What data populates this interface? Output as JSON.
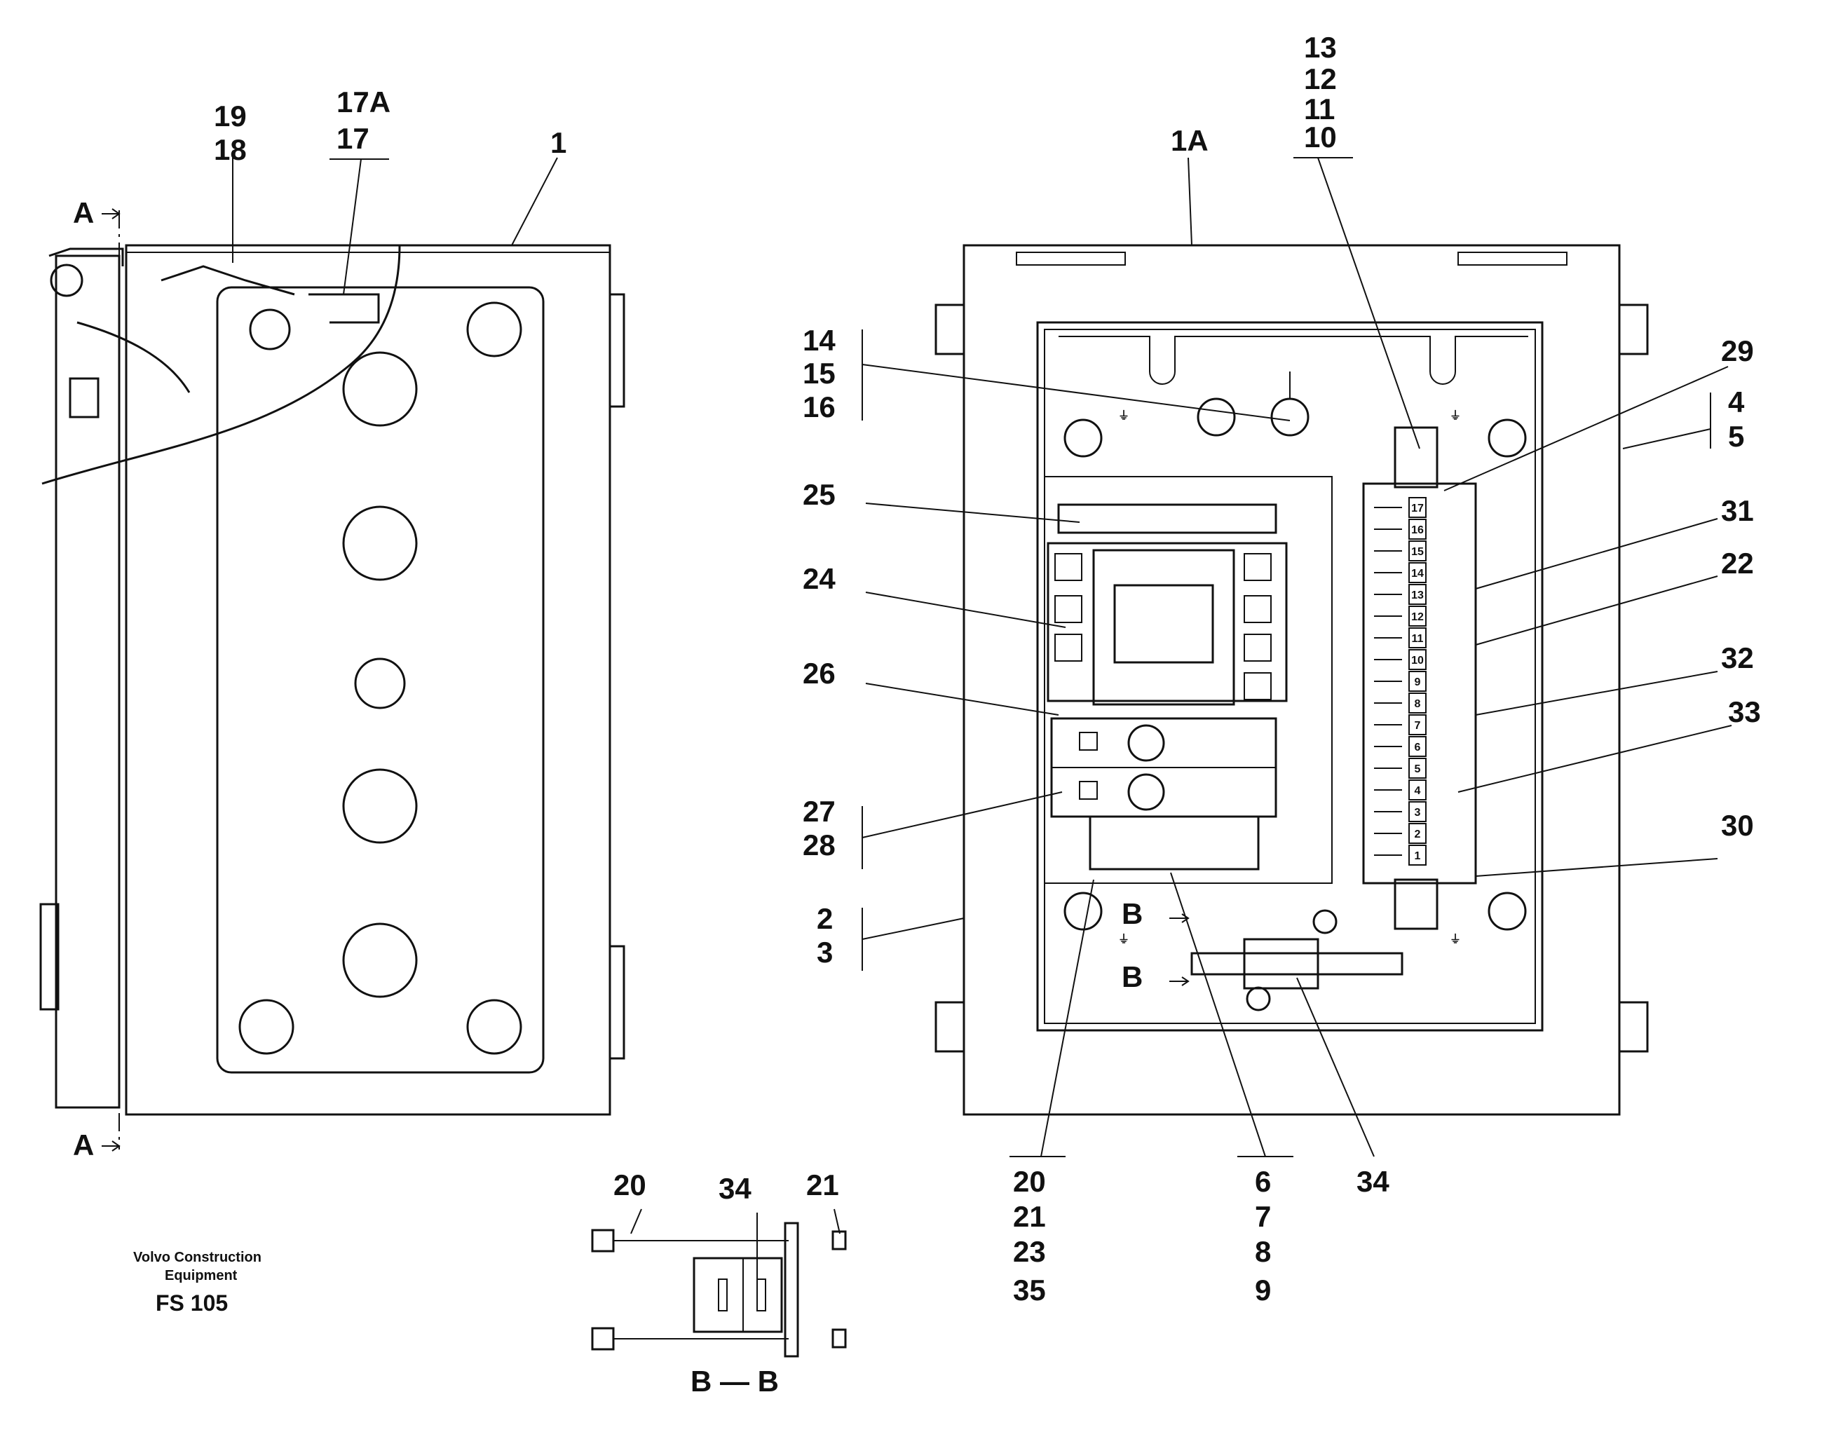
{
  "caption": {
    "line1": "Volvo Construction",
    "line2": "Equipment",
    "code": "FS 105"
  },
  "section_label": "B — B",
  "labels": {
    "l_19": "19",
    "l_18": "18",
    "l_17a": "17A",
    "l_17": "17",
    "l_1": "1",
    "l_a_top": "A",
    "l_a_bottom": "A",
    "l_1a": "1A",
    "l_13": "13",
    "l_12": "12",
    "l_11": "11",
    "l_10": "10",
    "l_14": "14",
    "l_15": "15",
    "l_16": "16",
    "l_29": "29",
    "l_4": "4",
    "l_5": "5",
    "l_25": "25",
    "l_31": "31",
    "l_24": "24",
    "l_22": "22",
    "l_26": "26",
    "l_32": "32",
    "l_33": "33",
    "l_27": "27",
    "l_28": "28",
    "l_30": "30",
    "l_2": "2",
    "l_3": "3",
    "l_b1": "B",
    "l_b2": "B",
    "l_20": "20",
    "l_21": "21",
    "l_23": "23",
    "l_35": "35",
    "l_6": "6",
    "l_7": "7",
    "l_8": "8",
    "l_9": "9",
    "l_34": "34",
    "s_20": "20",
    "s_34": "34",
    "s_21": "21"
  },
  "terminal_numbers": [
    "17",
    "16",
    "15",
    "14",
    "13",
    "12",
    "11",
    "10",
    "9",
    "8",
    "7",
    "6",
    "5",
    "4",
    "3",
    "2",
    "1"
  ],
  "legend_glyphs": [
    "⏚",
    "⏚",
    "⏚",
    "⏚"
  ]
}
